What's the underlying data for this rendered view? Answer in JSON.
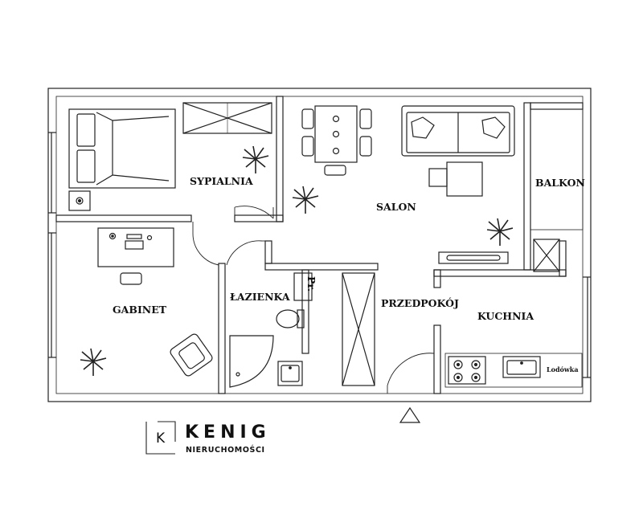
{
  "rooms": {
    "sypialnia": "SYPIALNIA",
    "salon": "SALON",
    "balkon": "BALKON",
    "gabinet": "GABINET",
    "lazienka": "ŁAZIENKA",
    "pralka": "Pr.",
    "przedpokoj": "PRZEDPOKÓJ",
    "kuchnia": "KUCHNIA",
    "lodowka": "Lodówka"
  },
  "logo": {
    "letter": "K",
    "name": "KENIG",
    "subtitle": "NIERUCHOMOŚCI"
  },
  "colors": {
    "wall": "#222222",
    "background": "#ffffff"
  },
  "icons": [
    "plant-icon",
    "entrance-arrow-icon",
    "stove-icon",
    "sink-icon",
    "sofa-icon",
    "bed-icon"
  ]
}
